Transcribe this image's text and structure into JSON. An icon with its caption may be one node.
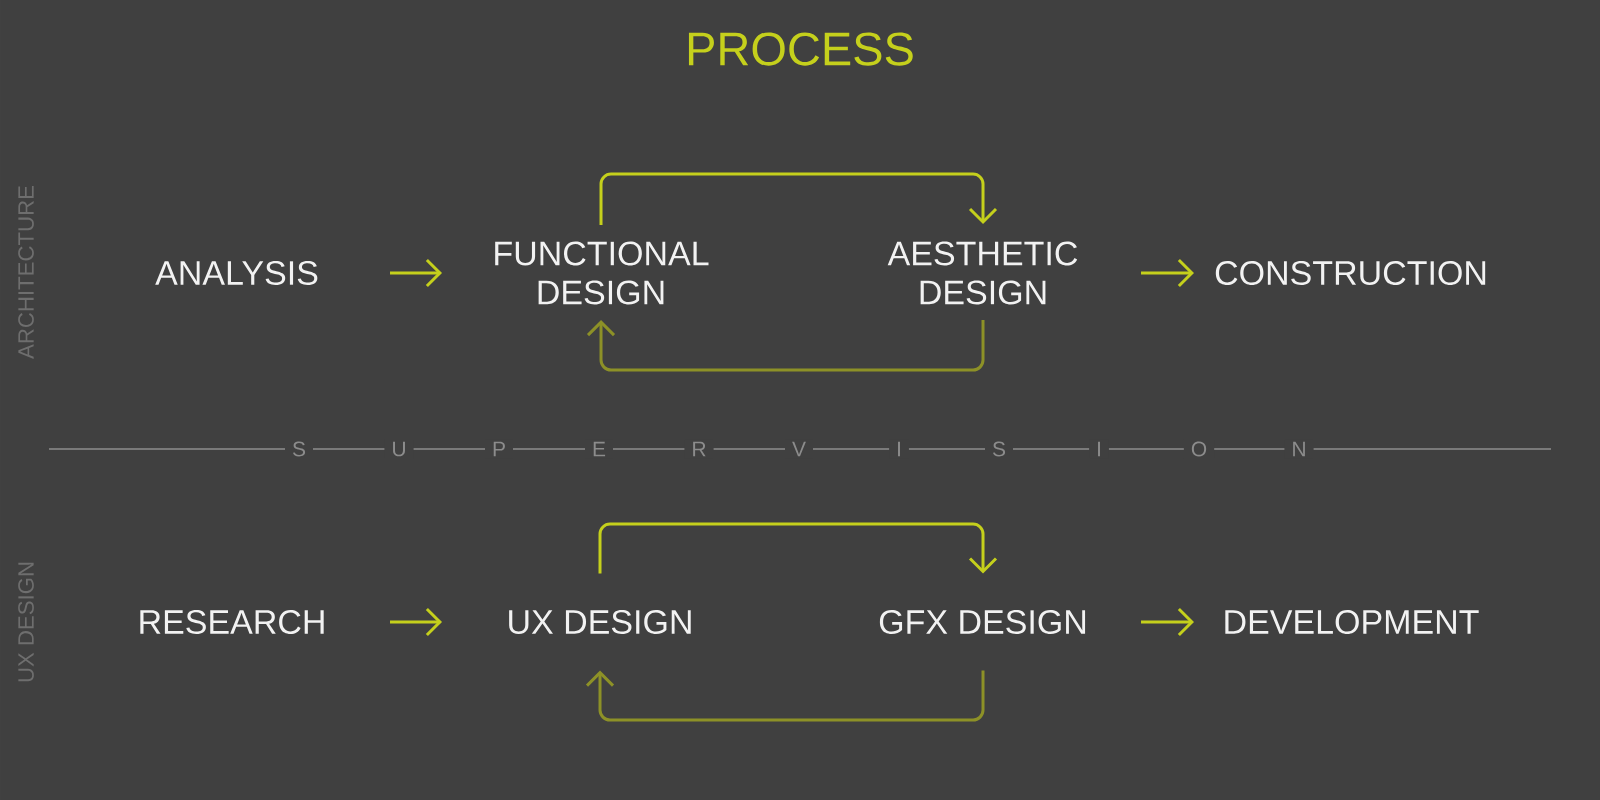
{
  "diagram": {
    "title": "PROCESS",
    "nodes": [
      {
        "text": [
          "ANALYSIS"
        ]
      },
      {
        "text": [
          "FUNCTIONAL DESIGN"
        ]
      },
      {
        "text": [
          "AESTHETIC DESIGN"
        ]
      },
      {
        "text": [
          "CONSTRUCTION"
        ]
      },
      {
        "text": [
          "RESEARCH"
        ]
      },
      {
        "text": [
          "UX DESIGN"
        ]
      },
      {
        "text": [
          "GFX DESIGN"
        ]
      },
      {
        "text": [
          "DEVELOPMENT"
        ]
      }
    ],
    "edges": [
      {
        "from": 0,
        "to": 1,
        "arrow": "to"
      },
      {
        "from": 1,
        "to": 2,
        "arrow": "to"
      },
      {
        "from": 2,
        "to": 1,
        "arrow": "to",
        "color": "#8d9127"
      },
      {
        "from": 2,
        "to": 3,
        "arrow": "to"
      },
      {
        "from": 4,
        "to": 5,
        "arrow": "to"
      },
      {
        "from": 5,
        "to": 6,
        "arrow": "to"
      },
      {
        "from": 6,
        "to": 5,
        "arrow": "to",
        "color": "#8d9127"
      },
      {
        "from": 6,
        "to": 7,
        "arrow": "to"
      }
    ],
    "labels": [
      "ARCHITECTURE",
      "S",
      "U",
      "P",
      "E",
      "R",
      "V",
      "I",
      "S",
      "I",
      "O",
      "N",
      "UX DESIGN"
    ]
  }
}
